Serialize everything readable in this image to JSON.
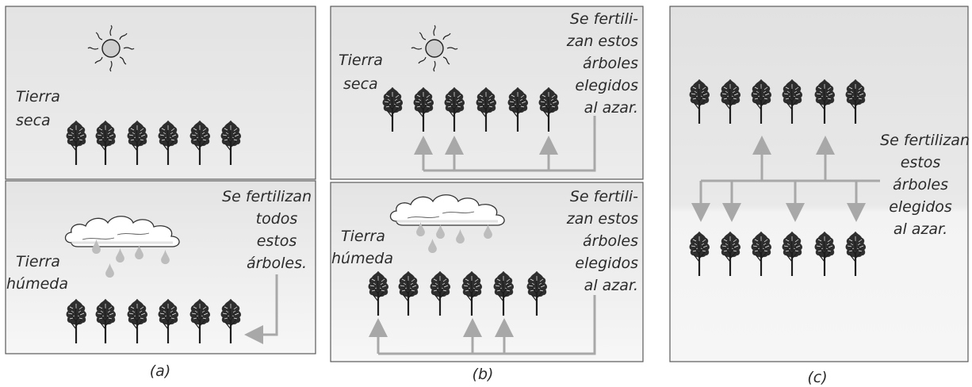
{
  "panels": [
    {
      "id": "a",
      "caption": "(a)",
      "top": {
        "label": [
          "Tierra",
          "seca"
        ],
        "note": []
      },
      "bottom": {
        "label": [
          "Tierra",
          "húmeda"
        ],
        "note": [
          "Se fertilizan",
          "todos",
          "estos",
          "árboles."
        ]
      }
    },
    {
      "id": "b",
      "caption": "(b)",
      "top": {
        "label": [
          "Tierra",
          "seca"
        ],
        "note": [
          "Se fertili-",
          "zan estos",
          "árboles",
          "elegidos",
          "al azar."
        ]
      },
      "bottom": {
        "label": [
          "Tierra",
          "húmeda"
        ],
        "note": [
          "Se fertili-",
          "zan estos",
          "árboles",
          "elegidos",
          "al azar."
        ]
      }
    },
    {
      "id": "c",
      "caption": "(c)",
      "note": [
        "Se fertilizan",
        "estos",
        "árboles",
        "elegidos",
        "al azar."
      ]
    }
  ],
  "colors": {
    "panel_border": "#5a5a5a",
    "panel_fill_top": "#e6e6e6",
    "panel_fill_bottom": "#f2f2f2",
    "arrow": "#a8a8a8",
    "tree": "#222222",
    "sun": "#222222",
    "cloud_outline": "#333333",
    "rain": "#bdbdbd"
  },
  "icons": [
    "sun-icon",
    "cloud-icon",
    "raindrop-icon",
    "tree-icon",
    "arrow-icon"
  ]
}
